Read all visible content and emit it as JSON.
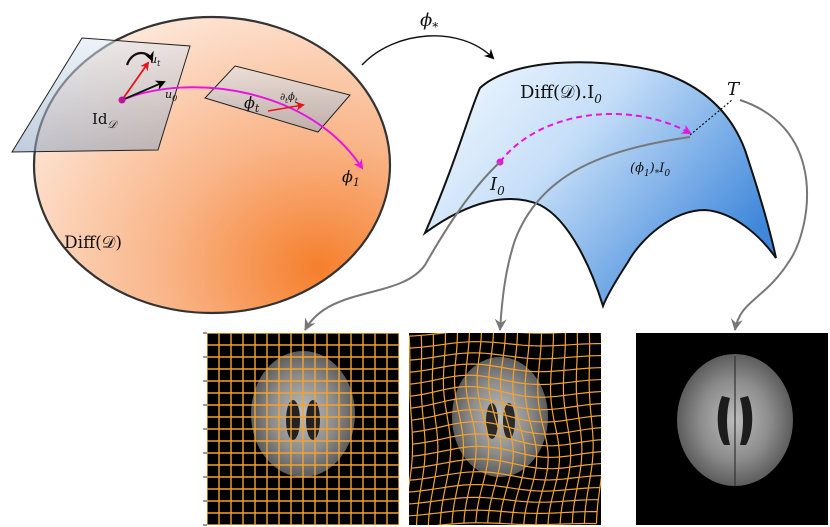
{
  "manifold": {
    "label": "Diff(𝒟)",
    "identity_label": "Id",
    "identity_sub": "𝒟",
    "tangent_u_t": "u",
    "tangent_u_t_sub": "t",
    "tangent_u_0": "u",
    "tangent_u_0_sub": "0",
    "phi_t": "ϕ",
    "phi_t_sub": "t",
    "dphi": "∂",
    "dphi_sub": "t",
    "dphi_phi": "ϕ",
    "dphi_phi_sub": "t",
    "phi_1": "ϕ",
    "phi_1_sub": "1"
  },
  "pushforward": {
    "label": "ϕ",
    "label_sub": "*"
  },
  "orbit": {
    "label": "Diff(𝒟).I",
    "label_sub": "0",
    "start_label": "I",
    "start_sub": "0",
    "end_label": "(ϕ",
    "end_sub1": "1",
    "end_rest": ")",
    "end_sub2": "*",
    "end_I": "I",
    "end_I_sub": "0",
    "target_label": "T"
  },
  "images": {
    "panel_1": "undeformed-grid-brain-mri",
    "panel_2": "deformed-grid-brain-mri",
    "panel_3": "target-brain-mri"
  },
  "colors": {
    "magenta": "#e815e0",
    "red_arrow": "#e8141a",
    "grid": "#f2a330",
    "orbit_blue": "#4f93df",
    "manifold_orange": "#f7893f",
    "gray_link": "#777777"
  }
}
